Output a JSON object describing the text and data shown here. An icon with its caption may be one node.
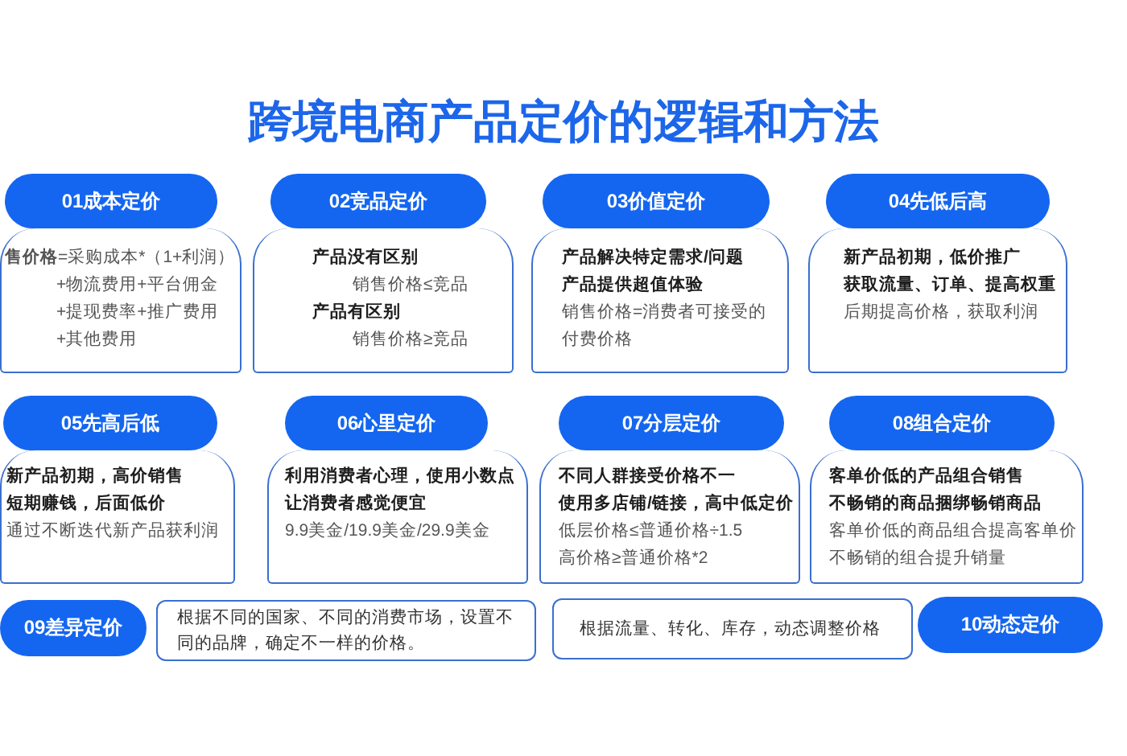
{
  "diagram": {
    "title": "跨境电商产品定价的逻辑和方法",
    "nodes": [
      {
        "text": [
          "01成本定价"
        ]
      },
      {
        "text": [
          "**售价格**=采购成本*（1+利润）",
          "+物流费用+平台佣金",
          "+提现费率+推广费用",
          "+其他费用"
        ]
      },
      {
        "text": [
          "02竞品定价"
        ]
      },
      {
        "text": [
          "产品没有区别",
          "销售价格≤竞品",
          "产品有区别",
          "销售价格≥竞品"
        ]
      },
      {
        "text": [
          "03价值定价"
        ]
      },
      {
        "text": [
          "产品解决特定需求/问题",
          "产品提供超值体验",
          "销售价格=消费者可接受的付费价格"
        ]
      },
      {
        "text": [
          "04先低后高"
        ]
      },
      {
        "text": [
          "新产品初期，低价推广",
          "获取流量、订单、提高权重",
          "后期提高价格，获取利润"
        ]
      },
      {
        "text": [
          "05先高后低"
        ]
      },
      {
        "text": [
          "新产品初期，高价销售",
          "短期赚钱，后面低价",
          "通过不断迭代新产品获利润"
        ]
      },
      {
        "text": [
          "06心里定价"
        ]
      },
      {
        "text": [
          "利用消费者心理，使用小数点",
          "让消费者感觉便宜",
          "9.9美金/19.9美金/29.9美金"
        ]
      },
      {
        "text": [
          "07分层定价"
        ]
      },
      {
        "text": [
          "不同人群接受价格不一",
          "使用多店铺/链接，高中低定价",
          "低层价格≤普通价格÷1.5",
          "高价格≥普通价格*2"
        ]
      },
      {
        "text": [
          "08组合定价"
        ]
      },
      {
        "text": [
          "客单价低的产品组合销售",
          "不畅销的商品捆绑畅销商品",
          "客单价低的商品组合提高客单价",
          "不畅销的组合提升销量"
        ]
      },
      {
        "text": [
          "09差异定价"
        ]
      },
      {
        "text": [
          "根据不同的国家、不同的消费市场，设置不同的品牌，确定不一样的价格。"
        ]
      },
      {
        "text": [
          "根据流量、转化、库存，动态调整价格"
        ]
      },
      {
        "text": [
          "10动态定价"
        ]
      }
    ]
  }
}
